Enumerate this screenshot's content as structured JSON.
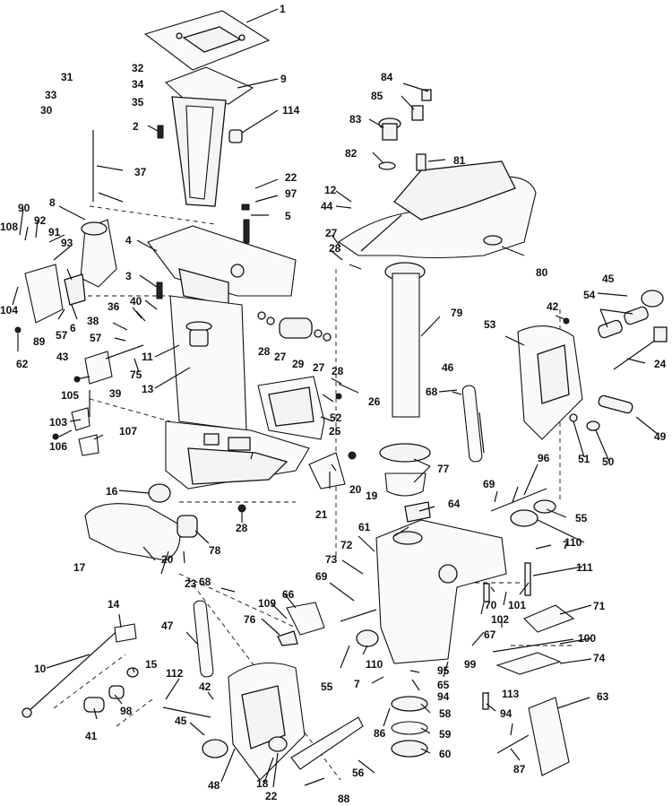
{
  "callouts": {
    "c1": "1",
    "c2": "2",
    "c3": "3",
    "c4": "4",
    "c5": "5",
    "c6": "6",
    "c7": "7",
    "c7b": "7",
    "c8": "8",
    "c9": "9",
    "c10": "10",
    "c11": "11",
    "c12": "12",
    "c13": "13",
    "c14": "14",
    "c15": "15",
    "c16": "16",
    "c17": "17",
    "c18": "18",
    "c19": "19",
    "c20": "20",
    "c20b": "20",
    "c21": "21",
    "c22": "22",
    "c22b": "22",
    "c23": "23",
    "c24": "24",
    "c25": "25",
    "c26": "26",
    "c27": "27",
    "c27b": "27",
    "c27c": "27",
    "c28": "28",
    "c28b": "28",
    "c28c": "28",
    "c28d": "28",
    "c29": "29",
    "c30": "30",
    "c31": "31",
    "c32": "32",
    "c33": "33",
    "c34": "34",
    "c35": "35",
    "c36": "36",
    "c37": "37",
    "c38": "38",
    "c39": "39",
    "c40": "40",
    "c41": "41",
    "c42": "42",
    "c42b": "42",
    "c43": "43",
    "c44": "44",
    "c45": "45",
    "c45b": "45",
    "c46": "46",
    "c47": "47",
    "c48": "48",
    "c49": "49",
    "c50": "50",
    "c51": "51",
    "c52": "52",
    "c53": "53",
    "c54": "54",
    "c55": "55",
    "c55b": "55",
    "c56": "56",
    "c57": "57",
    "c57b": "57",
    "c58": "58",
    "c59": "59",
    "c60": "60",
    "c61": "61",
    "c62": "62",
    "c63": "63",
    "c64": "64",
    "c65": "65",
    "c66": "66",
    "c67": "67",
    "c68": "68",
    "c68b": "68",
    "c69": "69",
    "c69b": "69",
    "c70": "70",
    "c71": "71",
    "c72": "72",
    "c73": "73",
    "c74": "74",
    "c75": "75",
    "c76": "76",
    "c77": "77",
    "c78": "78",
    "c79": "79",
    "c80": "80",
    "c81": "81",
    "c82": "82",
    "c83": "83",
    "c84": "84",
    "c85": "85",
    "c86": "86",
    "c87": "87",
    "c88": "88",
    "c89": "89",
    "c90": "90",
    "c91": "91",
    "c92": "92",
    "c93": "93",
    "c94": "94",
    "c94b": "94",
    "c95": "95",
    "c96": "96",
    "c97": "97",
    "c98": "98",
    "c99": "99",
    "c100": "100",
    "c101": "101",
    "c102": "102",
    "c103": "103",
    "c104": "104",
    "c105": "105",
    "c106": "106",
    "c107": "107",
    "c108": "108",
    "c109": "109",
    "c110": "110",
    "c110b": "110",
    "c111": "111",
    "c112": "112",
    "c113": "113",
    "c114": "114"
  }
}
